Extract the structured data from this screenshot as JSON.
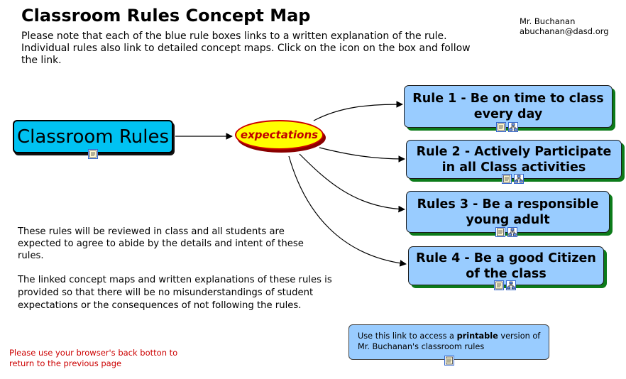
{
  "page": {
    "title": "Classroom Rules Concept Map",
    "intro": "Please note that each of the blue rule boxes links to a written explanation of the rule. Individual rules also link to detailed concept maps. Click on the icon on the box and follow the link.",
    "author_name": "Mr. Buchanan",
    "author_email": "abuchanan@dasd.org"
  },
  "map": {
    "root_label": "Classroom Rules",
    "hub_label": "expectations",
    "rules": [
      {
        "label": "Rule 1 - Be on time to class every day"
      },
      {
        "label": "Rule 2 - Actively Participate in all Class activities"
      },
      {
        "label": "Rules 3 - Be a responsible young adult"
      },
      {
        "label": "Rule 4 - Be a good Citizen of the class"
      }
    ]
  },
  "notes": {
    "paragraph_1": "These rules will be reviewed in class and all students are expected to agree to abide by the details and intent of these rules.",
    "paragraph_2": "The linked concept maps and written explanations of these rules is provided so that there will be no misunderstandings of student expectations or the consequences of not following the rules.",
    "back_note": "Please use your browser's back botton to return to the previous page"
  },
  "print_box": {
    "prefix": "Use this link to access a ",
    "bold": "printable",
    "suffix": " version of Mr. Buchanan's classroom rules"
  },
  "icons": {
    "document": "document-icon",
    "concept_map": "concept-map-icon"
  },
  "colors": {
    "root_fill": "#00c2f2",
    "hub_fill": "#ffff00",
    "hub_text": "#c00000",
    "rule_fill": "#99ccff",
    "rule_shadow": "#0c7b1a",
    "back_note": "#cc0000"
  }
}
